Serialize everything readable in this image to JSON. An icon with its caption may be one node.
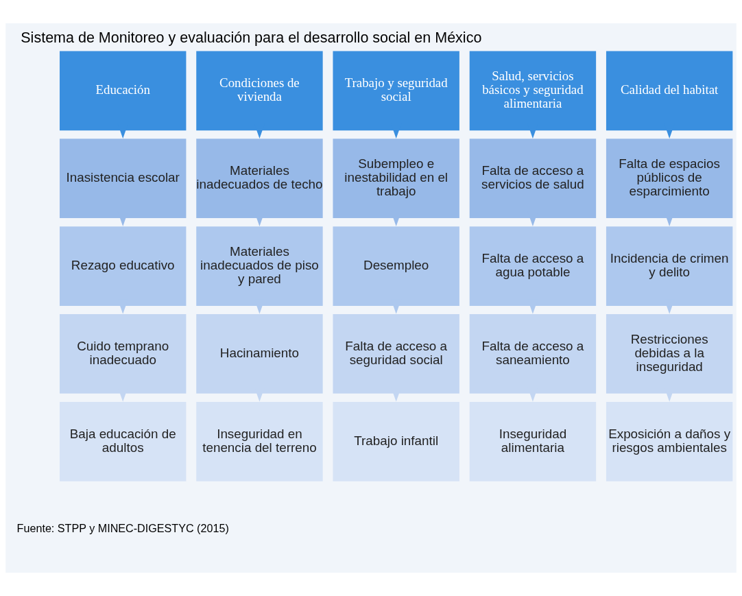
{
  "diagram": {
    "title": "Sistema de Monitoreo y evaluación para el desarrollo social en México",
    "caption": "Fuente: STPP y MINEC-DIGESTYC (2015)",
    "nodes": [
      {
        "text": [
          "Educación"
        ]
      },
      {
        "text": [
          "Inasistencia escolar"
        ]
      },
      {
        "text": [
          "Rezago educativo"
        ]
      },
      {
        "text": [
          "Cuido temprano inadecuado"
        ]
      },
      {
        "text": [
          "Baja educación de adultos"
        ]
      },
      {
        "text": [
          "Condiciones de vivienda"
        ]
      },
      {
        "text": [
          "Materiales inadecuados de techo"
        ]
      },
      {
        "text": [
          "Materiales inadecuados de piso y pared"
        ]
      },
      {
        "text": [
          "Hacinamiento"
        ]
      },
      {
        "text": [
          "Inseguridad en tenencia del terreno"
        ]
      },
      {
        "text": [
          "Trabajo y seguridad social"
        ]
      },
      {
        "text": [
          "Subempleo e inestabilidad en el trabajo"
        ]
      },
      {
        "text": [
          "Desempleo"
        ]
      },
      {
        "text": [
          "Falta de acceso a seguridad social"
        ]
      },
      {
        "text": [
          "Trabajo infantil"
        ]
      },
      {
        "text": [
          "Salud, servicios básicos y seguridad alimentaria"
        ]
      },
      {
        "text": [
          "Falta de acceso a servicios de salud"
        ]
      },
      {
        "text": [
          "Falta de acceso a agua potable"
        ]
      },
      {
        "text": [
          "Falta de acceso a saneamiento"
        ]
      },
      {
        "text": [
          "Inseguridad alimentaria"
        ]
      },
      {
        "text": [
          "Calidad del habitat"
        ]
      },
      {
        "text": [
          "Falta de espacios públicos de esparcimiento"
        ]
      },
      {
        "text": [
          "Incidencia de crimen y delito"
        ]
      },
      {
        "text": [
          "Restricciones debidas a la inseguridad"
        ]
      },
      {
        "text": [
          "Exposición a daños y riesgos ambientales"
        ]
      }
    ],
    "edges": [
      {
        "from": 0,
        "to": 1,
        "arrow": "to"
      },
      {
        "from": 1,
        "to": 2,
        "arrow": "to"
      },
      {
        "from": 2,
        "to": 3,
        "arrow": "to"
      },
      {
        "from": 3,
        "to": 4,
        "arrow": "to"
      },
      {
        "from": 5,
        "to": 6,
        "arrow": "to"
      },
      {
        "from": 6,
        "to": 7,
        "arrow": "to"
      },
      {
        "from": 7,
        "to": 8,
        "arrow": "to"
      },
      {
        "from": 8,
        "to": 9,
        "arrow": "to"
      },
      {
        "from": 10,
        "to": 11,
        "arrow": "to"
      },
      {
        "from": 11,
        "to": 12,
        "arrow": "to"
      },
      {
        "from": 12,
        "to": 13,
        "arrow": "to"
      },
      {
        "from": 13,
        "to": 14,
        "arrow": "to"
      },
      {
        "from": 15,
        "to": 16,
        "arrow": "to"
      },
      {
        "from": 16,
        "to": 17,
        "arrow": "to"
      },
      {
        "from": 17,
        "to": 18,
        "arrow": "to"
      },
      {
        "from": 18,
        "to": 19,
        "arrow": "to"
      },
      {
        "from": 20,
        "to": 21,
        "arrow": "to"
      },
      {
        "from": 21,
        "to": 22,
        "arrow": "to"
      },
      {
        "from": 22,
        "to": 23,
        "arrow": "to"
      },
      {
        "from": 23,
        "to": 24,
        "arrow": "to"
      }
    ]
  }
}
